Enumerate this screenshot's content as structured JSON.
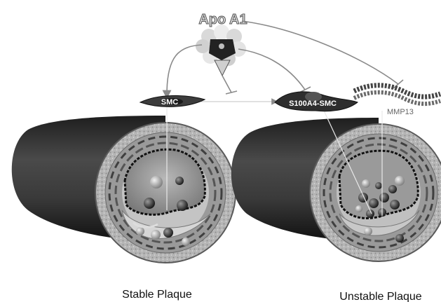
{
  "labels": {
    "apo": "Apo A1",
    "smc": "SMC",
    "s100": "S100A4-SMC",
    "mmp": "MMP13",
    "stable": "Stable Plaque",
    "unstable": "Unstable Plaque"
  }
}
